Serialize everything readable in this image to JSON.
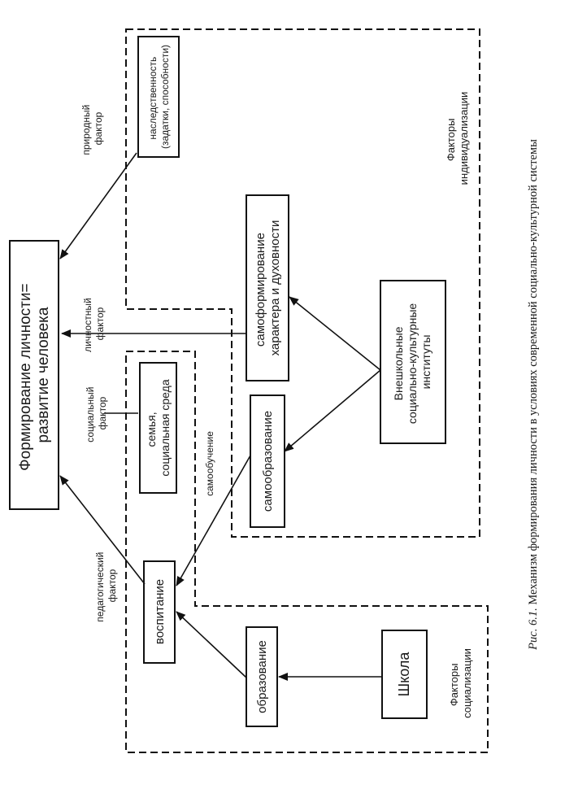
{
  "main_box": [
    "Формирование личности=",
    "развитие человека"
  ],
  "boxes": {
    "heredity": [
      "наследственность",
      "(задатки, способности)"
    ],
    "self_formation": [
      "самоформирование",
      "характера и духовности"
    ],
    "institutions": [
      "Внешкольные",
      "социально-культурные",
      "институты"
    ],
    "self_education": [
      "самообразование"
    ],
    "family": [
      "семья,",
      "социальная среда"
    ],
    "upbringing": [
      "воспитание"
    ],
    "education": [
      "образование"
    ],
    "school": [
      "Школа"
    ]
  },
  "labels": {
    "natural_factor": [
      "природный",
      "фактор"
    ],
    "personal_factor": [
      "личностный",
      "фактор"
    ],
    "social_factor": [
      "социальный",
      "фактор"
    ],
    "self_learning": [
      "самообучение"
    ],
    "pedagogical_factor": [
      "педагогический",
      "фактор"
    ],
    "individualization_factors": [
      "Факторы",
      "индивидуализации"
    ],
    "socialization_factors": [
      "Факторы",
      "социализации"
    ]
  },
  "caption": {
    "prefix": "Рис. 6.1.",
    "text": " Механизм формирования личности в условиях современной социально-культурной системы"
  }
}
